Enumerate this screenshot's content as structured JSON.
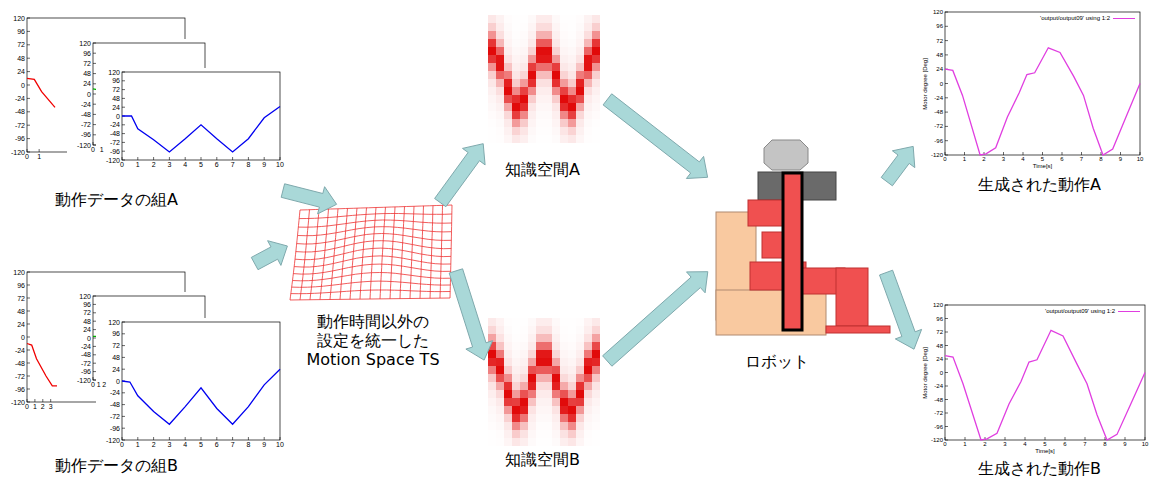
{
  "diagram": {
    "nodes": [
      {
        "text": [
          "動作データの組A"
        ]
      },
      {
        "text": [
          "動作データの組B"
        ]
      },
      {
        "text": [
          "動作時間以外の 設定を統一した Motion Space TS"
        ]
      },
      {
        "text": [
          "知識空間A"
        ]
      },
      {
        "text": [
          "知識空間B"
        ]
      },
      {
        "text": [
          "ロボット"
        ]
      },
      {
        "text": [
          "生成された動作A"
        ]
      },
      {
        "text": [
          "生成された動作B"
        ]
      }
    ],
    "edges": [
      {
        "from": 0,
        "to": 2,
        "arrow": "to"
      },
      {
        "from": 1,
        "to": 2,
        "arrow": "to"
      },
      {
        "from": 2,
        "to": 3,
        "arrow": "to"
      },
      {
        "from": 2,
        "to": 4,
        "arrow": "to"
      },
      {
        "from": 3,
        "to": 5,
        "arrow": "to"
      },
      {
        "from": 4,
        "to": 5,
        "arrow": "to"
      },
      {
        "from": 5,
        "to": 6,
        "arrow": "to"
      },
      {
        "from": 5,
        "to": 7,
        "arrow": "to"
      }
    ],
    "labels": [
      "120",
      "96",
      "72",
      "48",
      "24",
      "0",
      "-24",
      "-48",
      "-72",
      "-96",
      "-120",
      "0",
      "1",
      "120",
      "96",
      "72",
      "48",
      "24",
      "0",
      "-24",
      "-48",
      "-72",
      "-96",
      "-120",
      "0",
      "1",
      "120",
      "96",
      "72",
      "48",
      "24",
      "0",
      "-24",
      "-48",
      "-72",
      "-96",
      "-120",
      "0",
      "1",
      "2",
      "3",
      "4",
      "5",
      "6",
      "7",
      "8",
      "9",
      "10",
      "120",
      "96",
      "72",
      "48",
      "24",
      "0",
      "-24",
      "-48",
      "-72",
      "-96",
      "-120",
      "0",
      "1",
      "2",
      "3",
      "4",
      "5",
      "6",
      "7",
      "8",
      "9",
      "10",
      "Time[s]",
      "Motor degree [Deg]",
      "120",
      "96",
      "72",
      "48",
      "24",
      "0",
      "-24",
      "-48",
      "-72",
      "-96",
      "-120",
      "0",
      "1",
      "2",
      "3",
      "120",
      "96",
      "72",
      "48",
      "24",
      "0",
      "-24",
      "-48",
      "-72",
      "-96",
      "-120",
      "0",
      "1",
      "2",
      "120",
      "96",
      "72",
      "48",
      "24",
      "0",
      "-24",
      "-48",
      "-72",
      "-96",
      "-120",
      "0",
      "1",
      "2",
      "3",
      "4",
      "5",
      "6",
      "7",
      "8",
      "9",
      "10",
      "120",
      "96",
      "72",
      "48",
      "24",
      "0",
      "-24",
      "-48",
      "-72",
      "-96",
      "-120",
      "0",
      "1",
      "2",
      "3",
      "4",
      "5",
      "6",
      "7",
      "8",
      "9",
      "10",
      "Time[s]",
      "Motor degree [Deg]"
    ],
    "legend": [
      {
        "text": "'output/output09' using 1:2"
      },
      {
        "text": "'output/output09' using 1:2"
      }
    ]
  }
}
